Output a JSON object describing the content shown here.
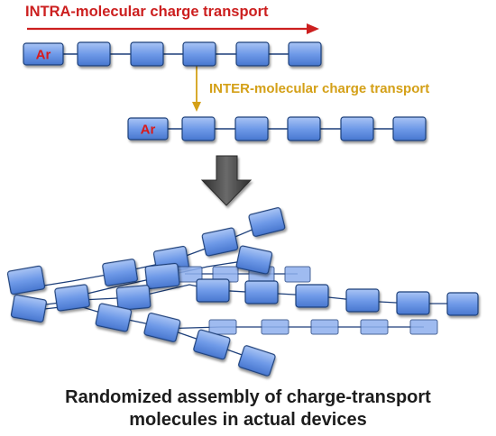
{
  "labels": {
    "intra": "INTRA-molecular charge transport",
    "inter": "INTER-molecular charge transport",
    "ar": "Ar",
    "caption_line1": "Randomized assembly of charge-transport",
    "caption_line2": "molecules in actual devices"
  },
  "colors": {
    "intra": "#cc1f1f",
    "inter": "#d4a017",
    "block_fill": "#6f9ae8",
    "block_stroke": "#1d3f7a",
    "ar_text": "#d81b1b",
    "down_arrow": "#4a4a4a",
    "caption": "#1c1c1c"
  }
}
